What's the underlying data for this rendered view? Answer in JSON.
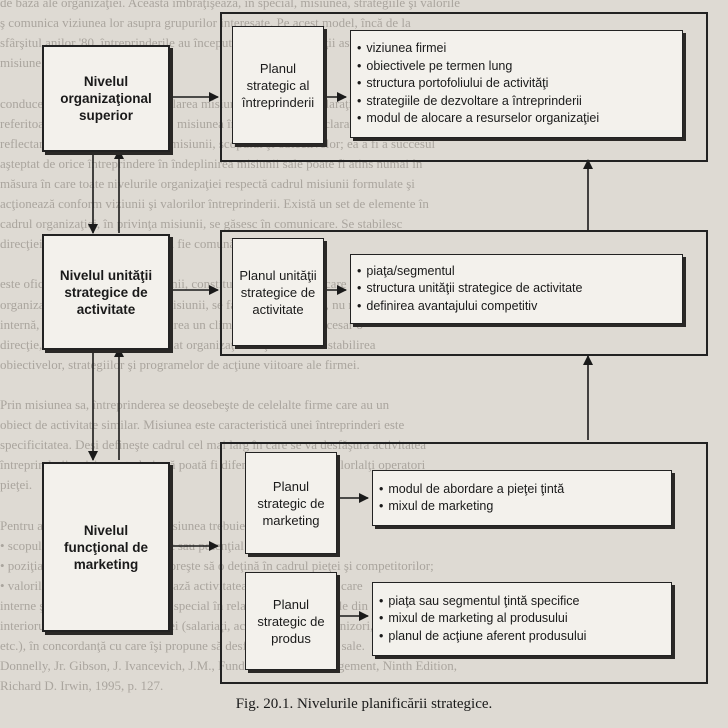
{
  "background_text": [
    "de bază ale organizaţiei. Aceasta îmbrăţişează, în special, misiunea, strategiile şi valorile",
    "ş comunica viziunea lor asupra grupurilor interesate. Pe acest model, încă de la",
    "sfârşitul anilor '80, întreprinderile au început să adopte declaraţii asupra misiunii, în scopul de",
    "misiune a organizaţiei.",
    "",
    "conducere a întreprinderii, formularea misiunii, elaborarea declaraţiei de misiune",
    "referitoare la cultura organizaţiei, misiunea întreprinderii, o declaraţie concisă,",
    "reflectare a culturii organizaţiei, misiunii, scopului şi obiectivelor; ea a fi a succesul",
    "aşteptat de orice întreprindere în îndeplinirea misiunii sale poate fi atins numai în",
    "măsura în care toate nivelurile organizaţiei respectă cadrul misiunii formulate şi",
    "acţionează conform viziunii şi valorilor întreprinderii. Există un set de elemente în",
    "cadrul organizaţiei, în privinţa misiunii, se găsesc în comunicare. Se stabilesc",
    "direcţiei strategice care trebuie să fie comună.",
    "",
    "este oficializat, formularea misiunii, constituie un punct de plecare important şi în",
    "organizaţie. Totuşi, formularea misiunii, se face prin declaraţie, nu numai interior,",
    "internă, dar ce misiunea ei, de a crea un climat necesar, ar fi necesar o",
    "direcţie, de a crea un anumit climat organizaţional şi de a oferi stabilirea",
    "obiectivelor, strategiilor şi programelor de acţiune viitoare ale firmei.",
    "",
    "Prin misiunea sa, întreprinderea se deosebeşte de celelalte firme care au un",
    "obiect de activitate similar. Misiunea este caracteristică unei întreprinderi este",
    "specificitatea. Deşi defineşte cadrul cel mai larg în care se va desfăşura activitatea",
    "întreprinderii, misiunea trebuie să poată fi diferenţiată de cea a celorlalţi operatori",
    "pieţei.",
    "",
    "Pentru a fi utilă întreprinderii, misiunea trebuie să specifice:",
    "• scopul firmei şi profilul existent sau potenţial al activităţii;",
    "• poziţia pe care întreprinderea doreşte să o deţină în cadrul pieţei şi competitorilor;",
    "• valorile şi principiile care ghidează activitatea întreprinderii, pe care",
    "interne şi externe organizaţiei, în special în relaţia faţă de grupurile din",
    "interiorul şi exteriorul organizaţiei (salariaţi, acţionari, clienţi, furnizori, bănci",
    "etc.), în concordanţă cu care îşi propune să desfăşoare activităţile sale.",
    "Donnelly, Jr. Gibson, J. Ivancevich, J.M., Fundamentals of Management, Ninth Edition,",
    "Richard D. Irwin, 1995, p. 127."
  ],
  "levels": {
    "top": "Nivelul organizaţional superior",
    "sbu": "Nivelul unităţii strategice de activitate",
    "functional": "Nivelul funcţional de marketing"
  },
  "plans": {
    "enterprise": "Planul strategic al întreprinderii",
    "sbu": "Planul unităţii strategice de activitate",
    "marketing": "Planul strategic de marketing",
    "product": "Planul strategic de produs"
  },
  "lists": {
    "enterprise": [
      "viziunea firmei",
      "obiectivele pe termen lung",
      "structura portofoliului de activităţi",
      "strategiile de dezvoltare a întreprinderii",
      "modul de alocare a resurselor organizaţiei"
    ],
    "sbu": [
      "piaţa/segmentul",
      "structura unităţii strategice de activitate",
      "definirea avantajului competitiv"
    ],
    "marketing": [
      "modul de abordare a pieţei ţintă",
      "mixul de marketing"
    ],
    "product": [
      "piaţa sau segmentul ţintă specifice",
      "mixul de marketing al produsului",
      "planul de acţiune aferent produsului"
    ]
  },
  "caption": "Fig. 20.1. Nivelurile planificării strategice."
}
